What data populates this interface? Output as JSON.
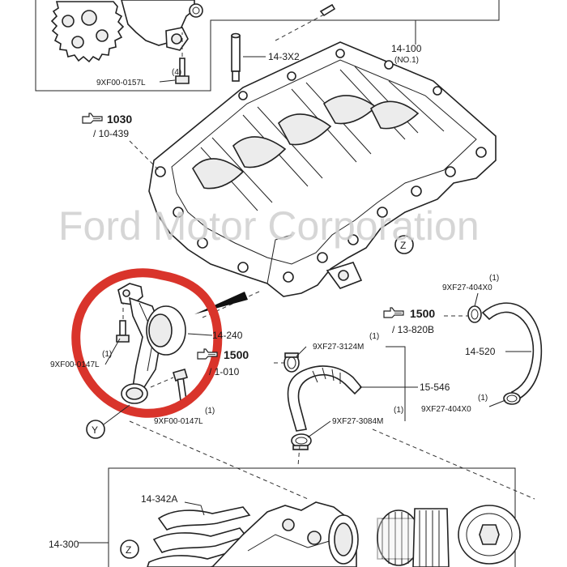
{
  "watermark": "Ford Motor Corporation",
  "labels": {
    "l_14_100": "14-100",
    "l_no1": "(NO.1)",
    "l_14_3x2": "14-3X2",
    "l_qty4": "(4)",
    "l_9xf00_0157l": "9XF00-0157L",
    "l_1030": "1030",
    "l_10_439": "/ 10-439",
    "l_z_top": "Z",
    "l_1500_right": "1500",
    "l_13_820b": "/ 13-820B",
    "l_qty1_a": "(1)",
    "l_9xf27_404x0_top": "9XF27-404X0",
    "l_14_520": "14-520",
    "l_qty1_b": "(1)",
    "l_9xf27_3124m": "9XF27-3124M",
    "l_15_546": "15-546",
    "l_qty1_c": "(1)",
    "l_9xf27_404x0_bot": "9XF27-404X0",
    "l_qty1_d": "(1)",
    "l_9xf27_3084m": "9XF27-3084M",
    "l_14_240": "14-240",
    "l_1500_left": "1500",
    "l_1_010": "/ 1-010",
    "l_qty1_e": "(1)",
    "l_9xf00_0147l_left": "9XF00-0147L",
    "l_qty1_f": "(1)",
    "l_9xf00_0147l_bot": "9XF00-0147L",
    "l_y": "Y",
    "l_14_342a": "14-342A",
    "l_14_300": "14-300",
    "l_z_bottom": "Z"
  },
  "colors": {
    "highlight_circle": "#d9342b",
    "line_art": "#222222",
    "watermark": "#cfcfcf"
  },
  "icons": [
    "pointing-hand-icon"
  ]
}
